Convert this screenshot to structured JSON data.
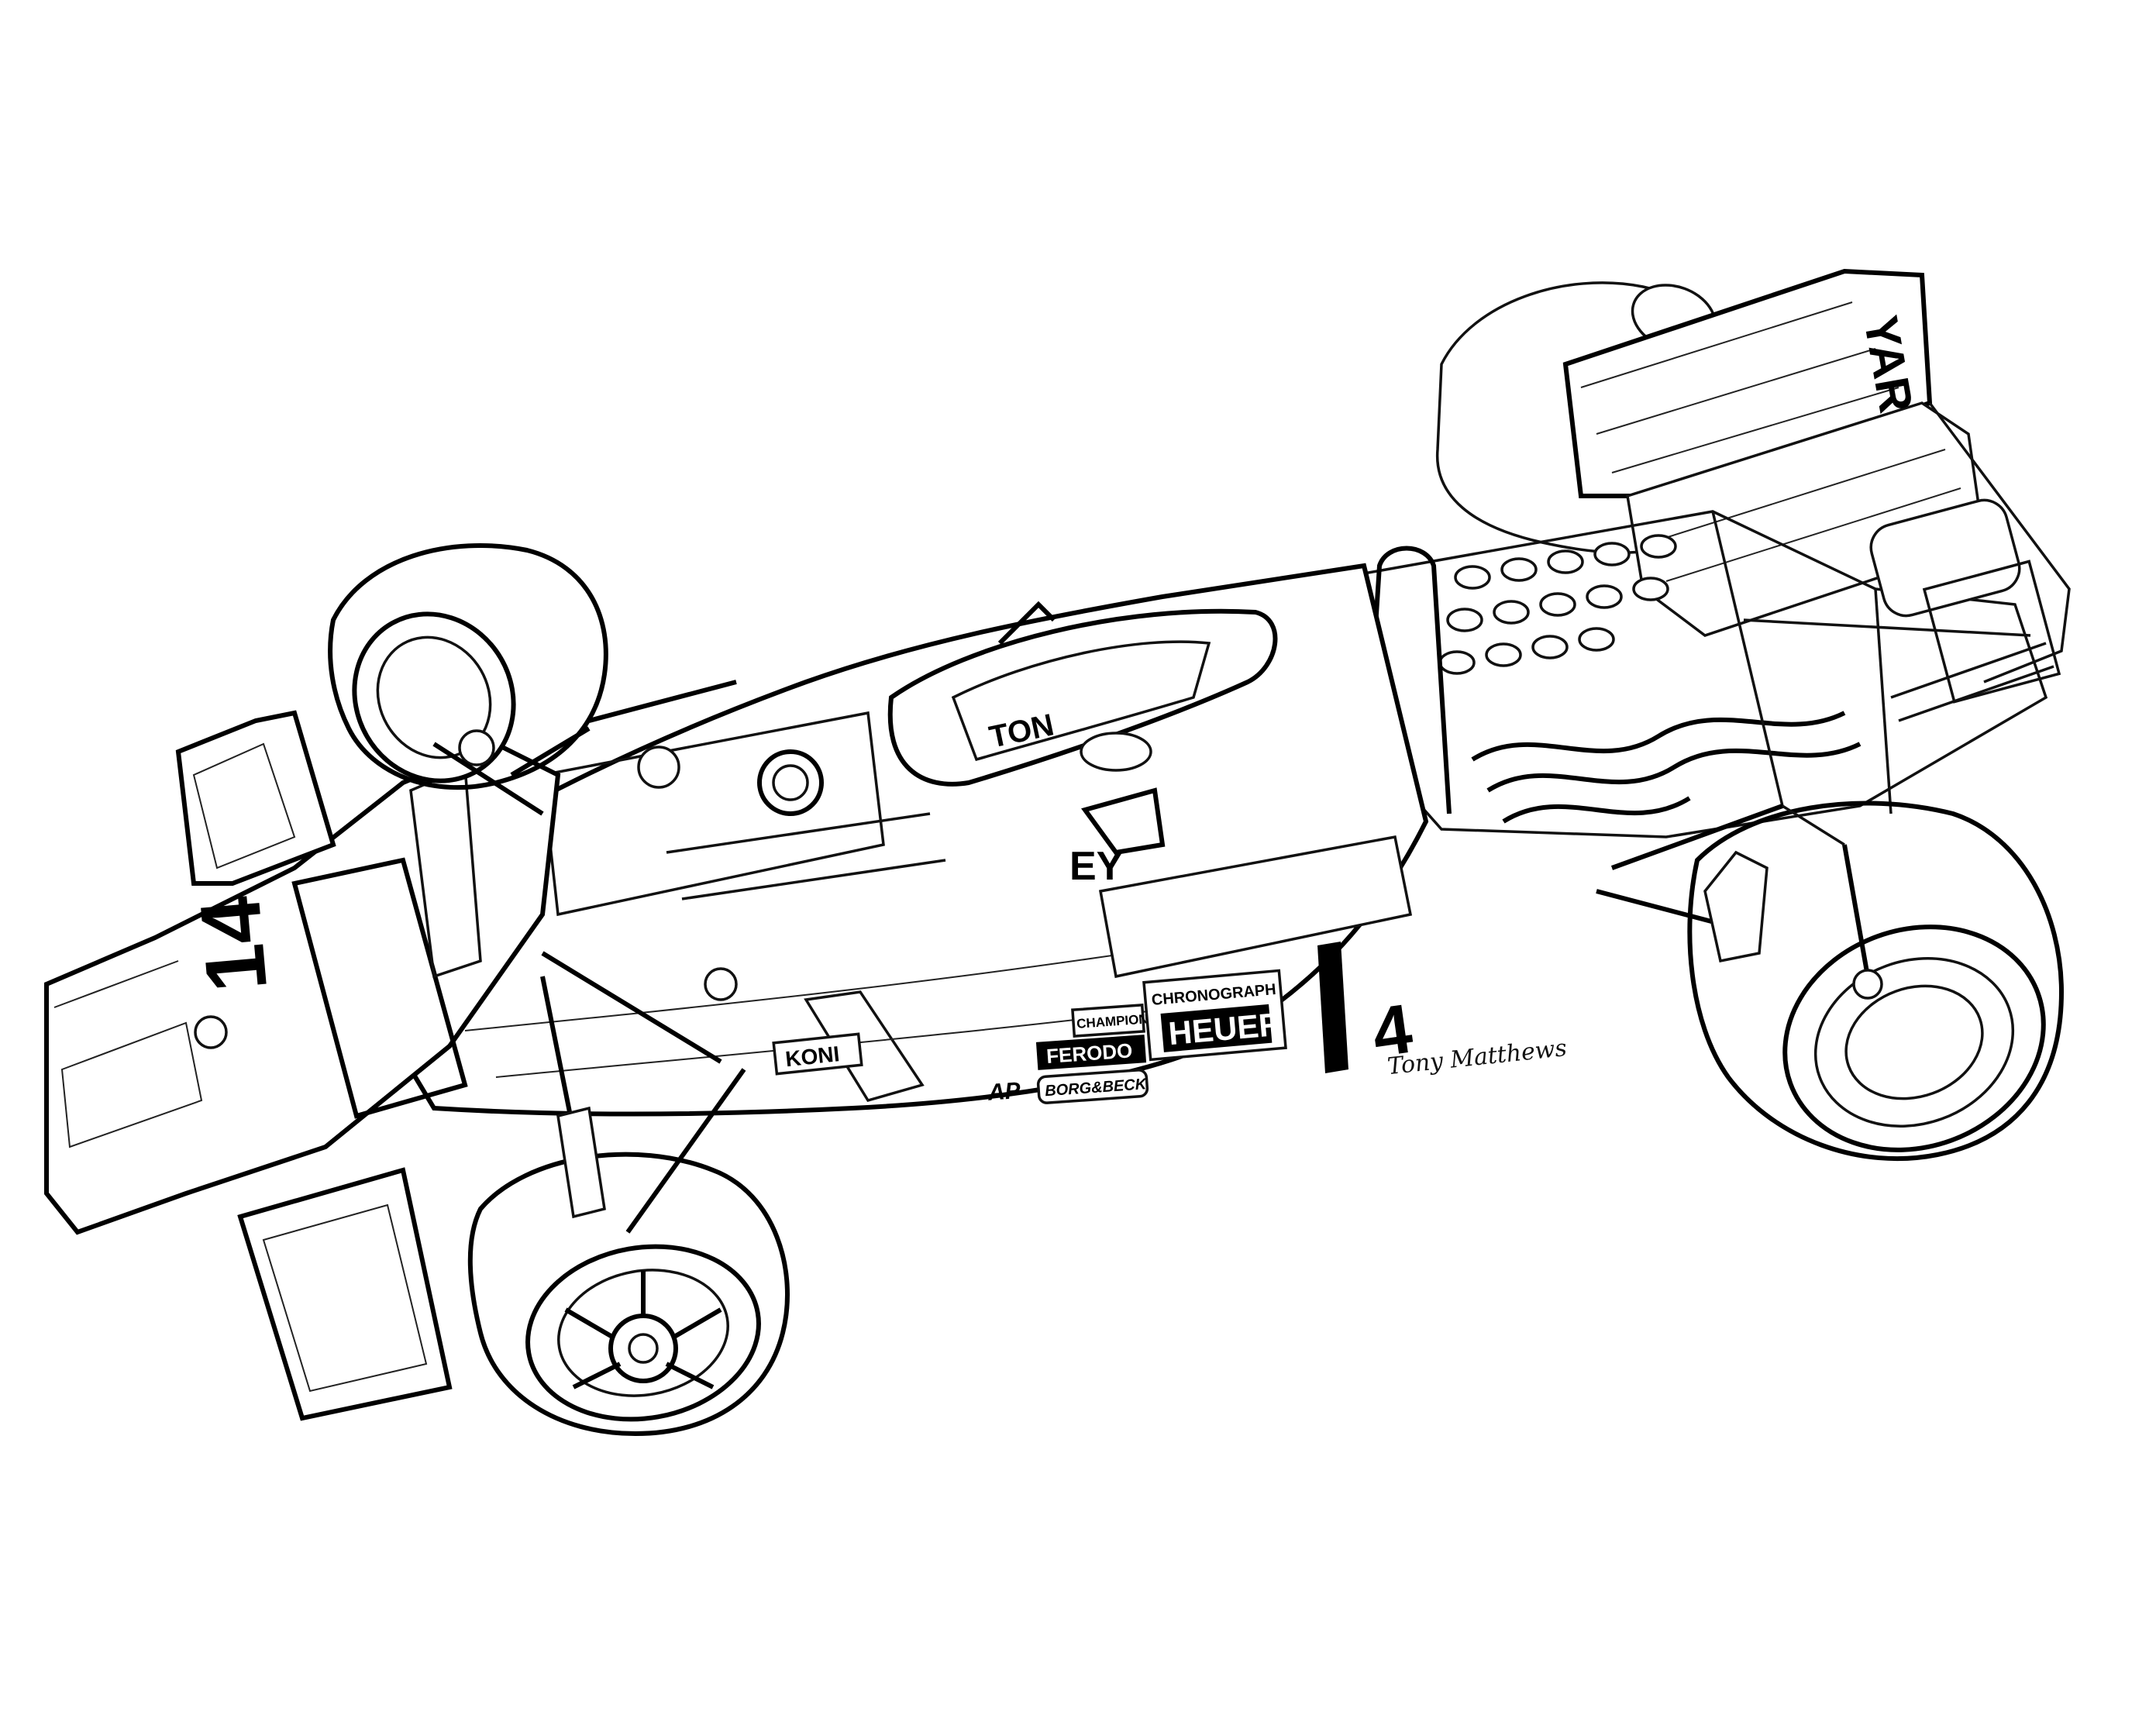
{
  "sponsors": {
    "koni": "KONI",
    "champion": "CHAMPION",
    "ferodo": "FERODO",
    "chronograph": "CHRONOGRAPH",
    "heuer": "HEUER",
    "ap": "AP",
    "borg_beck": "BORG&BECK"
  },
  "livery": {
    "race_number": "14",
    "side_number": "4",
    "rear_wing_text": "YAR",
    "sidepod_fragment": "EY",
    "cockpit_fragment": "TON"
  },
  "signature": "Tony Matthews",
  "colors": {
    "ink": "#111111",
    "paper": "#ffffff",
    "shading": "#d8d8d8"
  }
}
